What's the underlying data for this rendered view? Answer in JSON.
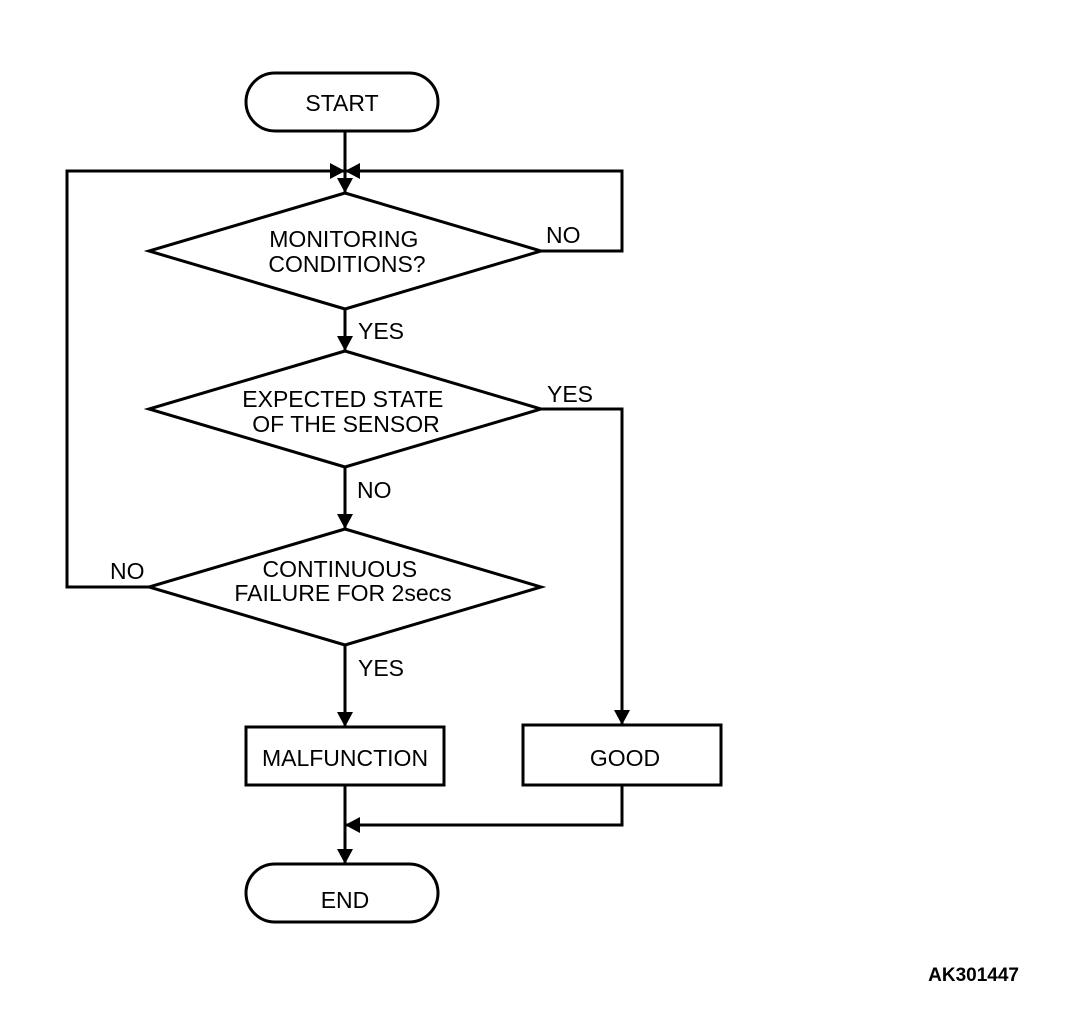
{
  "nodes": {
    "start": "START",
    "monitoring": [
      "MONITORING",
      "CONDITIONS?"
    ],
    "expected": [
      "EXPECTED STATE",
      "OF THE SENSOR"
    ],
    "continuous": [
      "CONTINUOUS",
      "FAILURE FOR 2secs"
    ],
    "malfunction": "MALFUNCTION",
    "good": "GOOD",
    "end": "END"
  },
  "edges": {
    "monitoring_no": "NO",
    "monitoring_yes": "YES",
    "expected_yes": "YES",
    "expected_no": "NO",
    "continuous_no": "NO",
    "continuous_yes": "YES"
  },
  "figure_code": "AK301447"
}
